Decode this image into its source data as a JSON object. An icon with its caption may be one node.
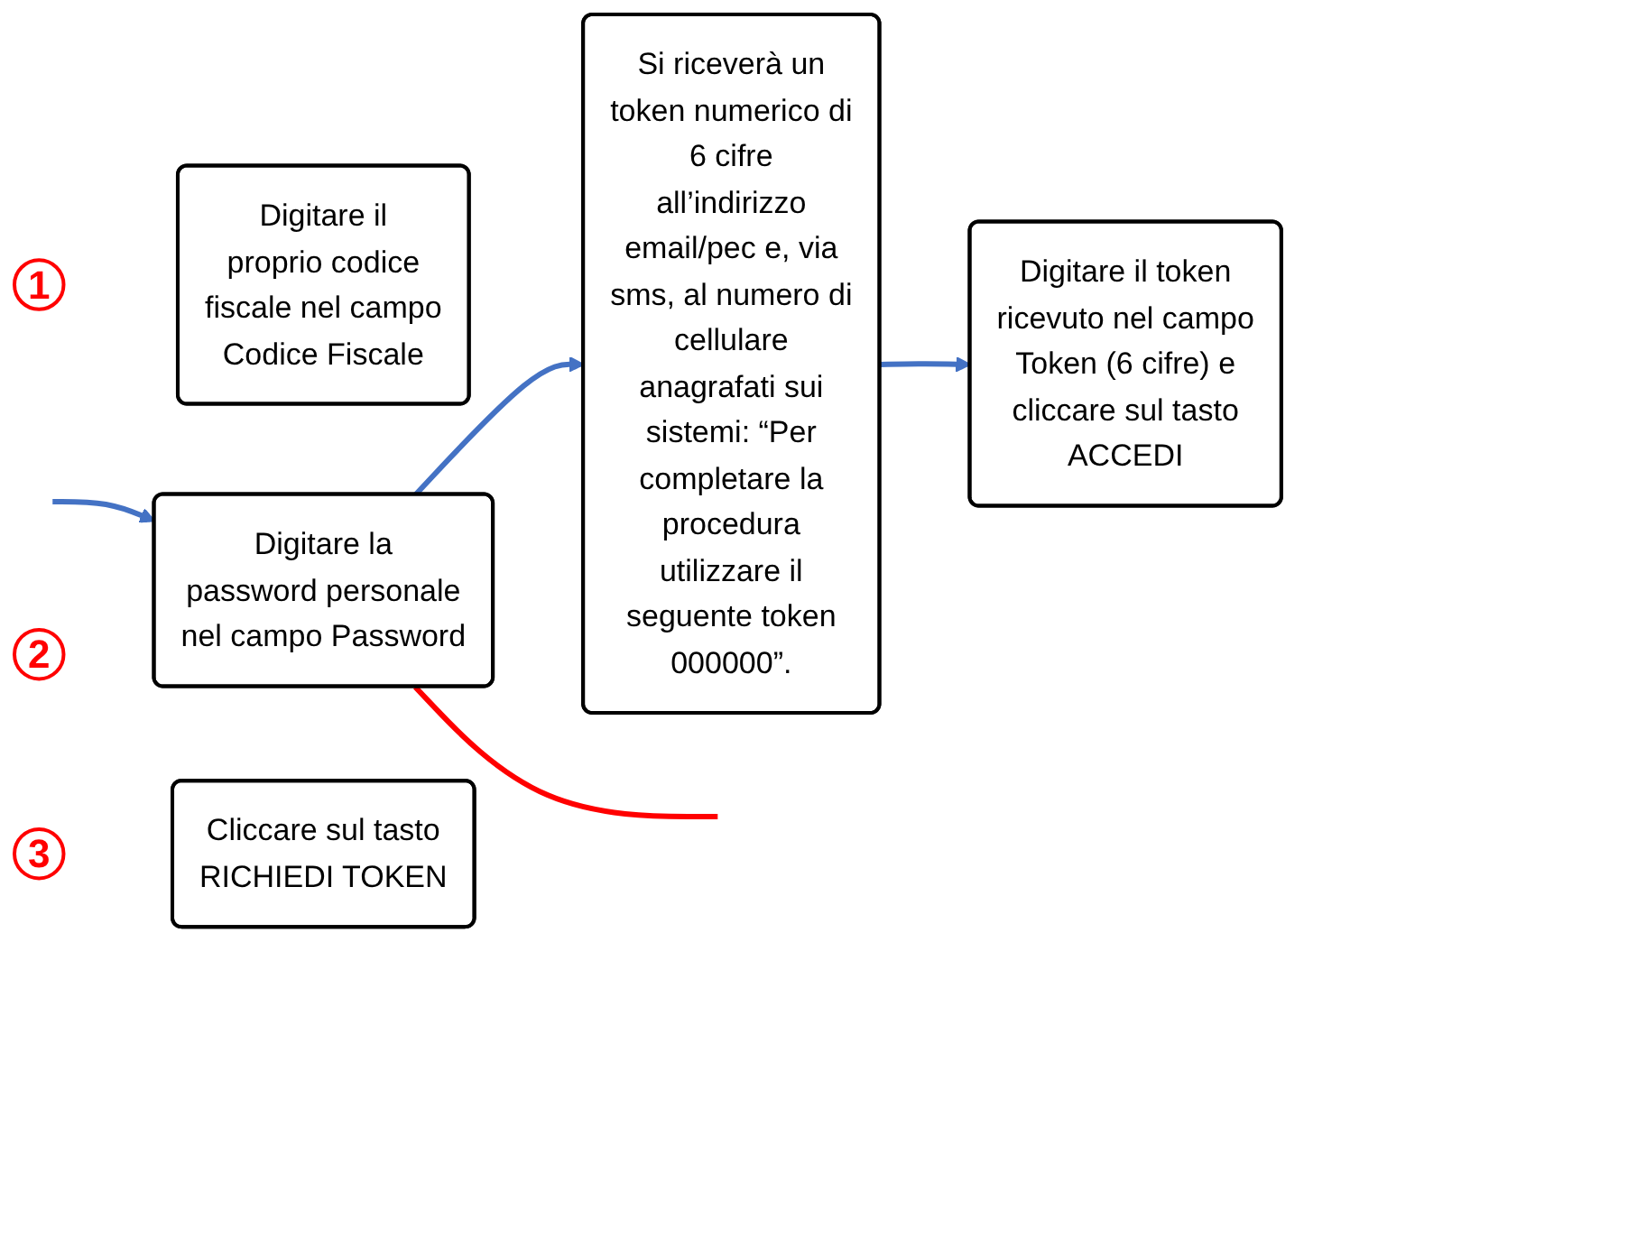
{
  "diagram": {
    "nodes": [
      {
        "text": [
          "1"
        ]
      },
      {
        "text": [
          "Digitare il proprio codice fiscale nel campo Codice Fiscale"
        ]
      },
      {
        "text": [
          "2"
        ]
      },
      {
        "text": [
          "Digitare la password personale nel campo Password"
        ]
      },
      {
        "text": [
          "3"
        ]
      },
      {
        "text": [
          "Cliccare sul tasto RICHIEDI TOKEN"
        ]
      },
      {
        "text": [
          "Si riceverà un token numerico di 6 cifre all’indirizzo email/pec e, via sms, al numero di cellulare anagrafati sui sistemi: “Per completare la procedura utilizzare il seguente token 000000”."
        ]
      },
      {
        "text": [
          "Digitare il token ricevuto nel campo Token (6 cifre) e cliccare sul tasto ACCEDI"
        ]
      }
    ],
    "edges": [
      {
        "from": null,
        "to": 3,
        "arrow": "to"
      },
      {
        "from": 3,
        "to": 6,
        "arrow": "to"
      },
      {
        "from": 6,
        "to": 7,
        "arrow": "to"
      },
      {
        "from": 3,
        "to": null,
        "arrow": "none",
        "color": "#ff0000"
      }
    ]
  }
}
